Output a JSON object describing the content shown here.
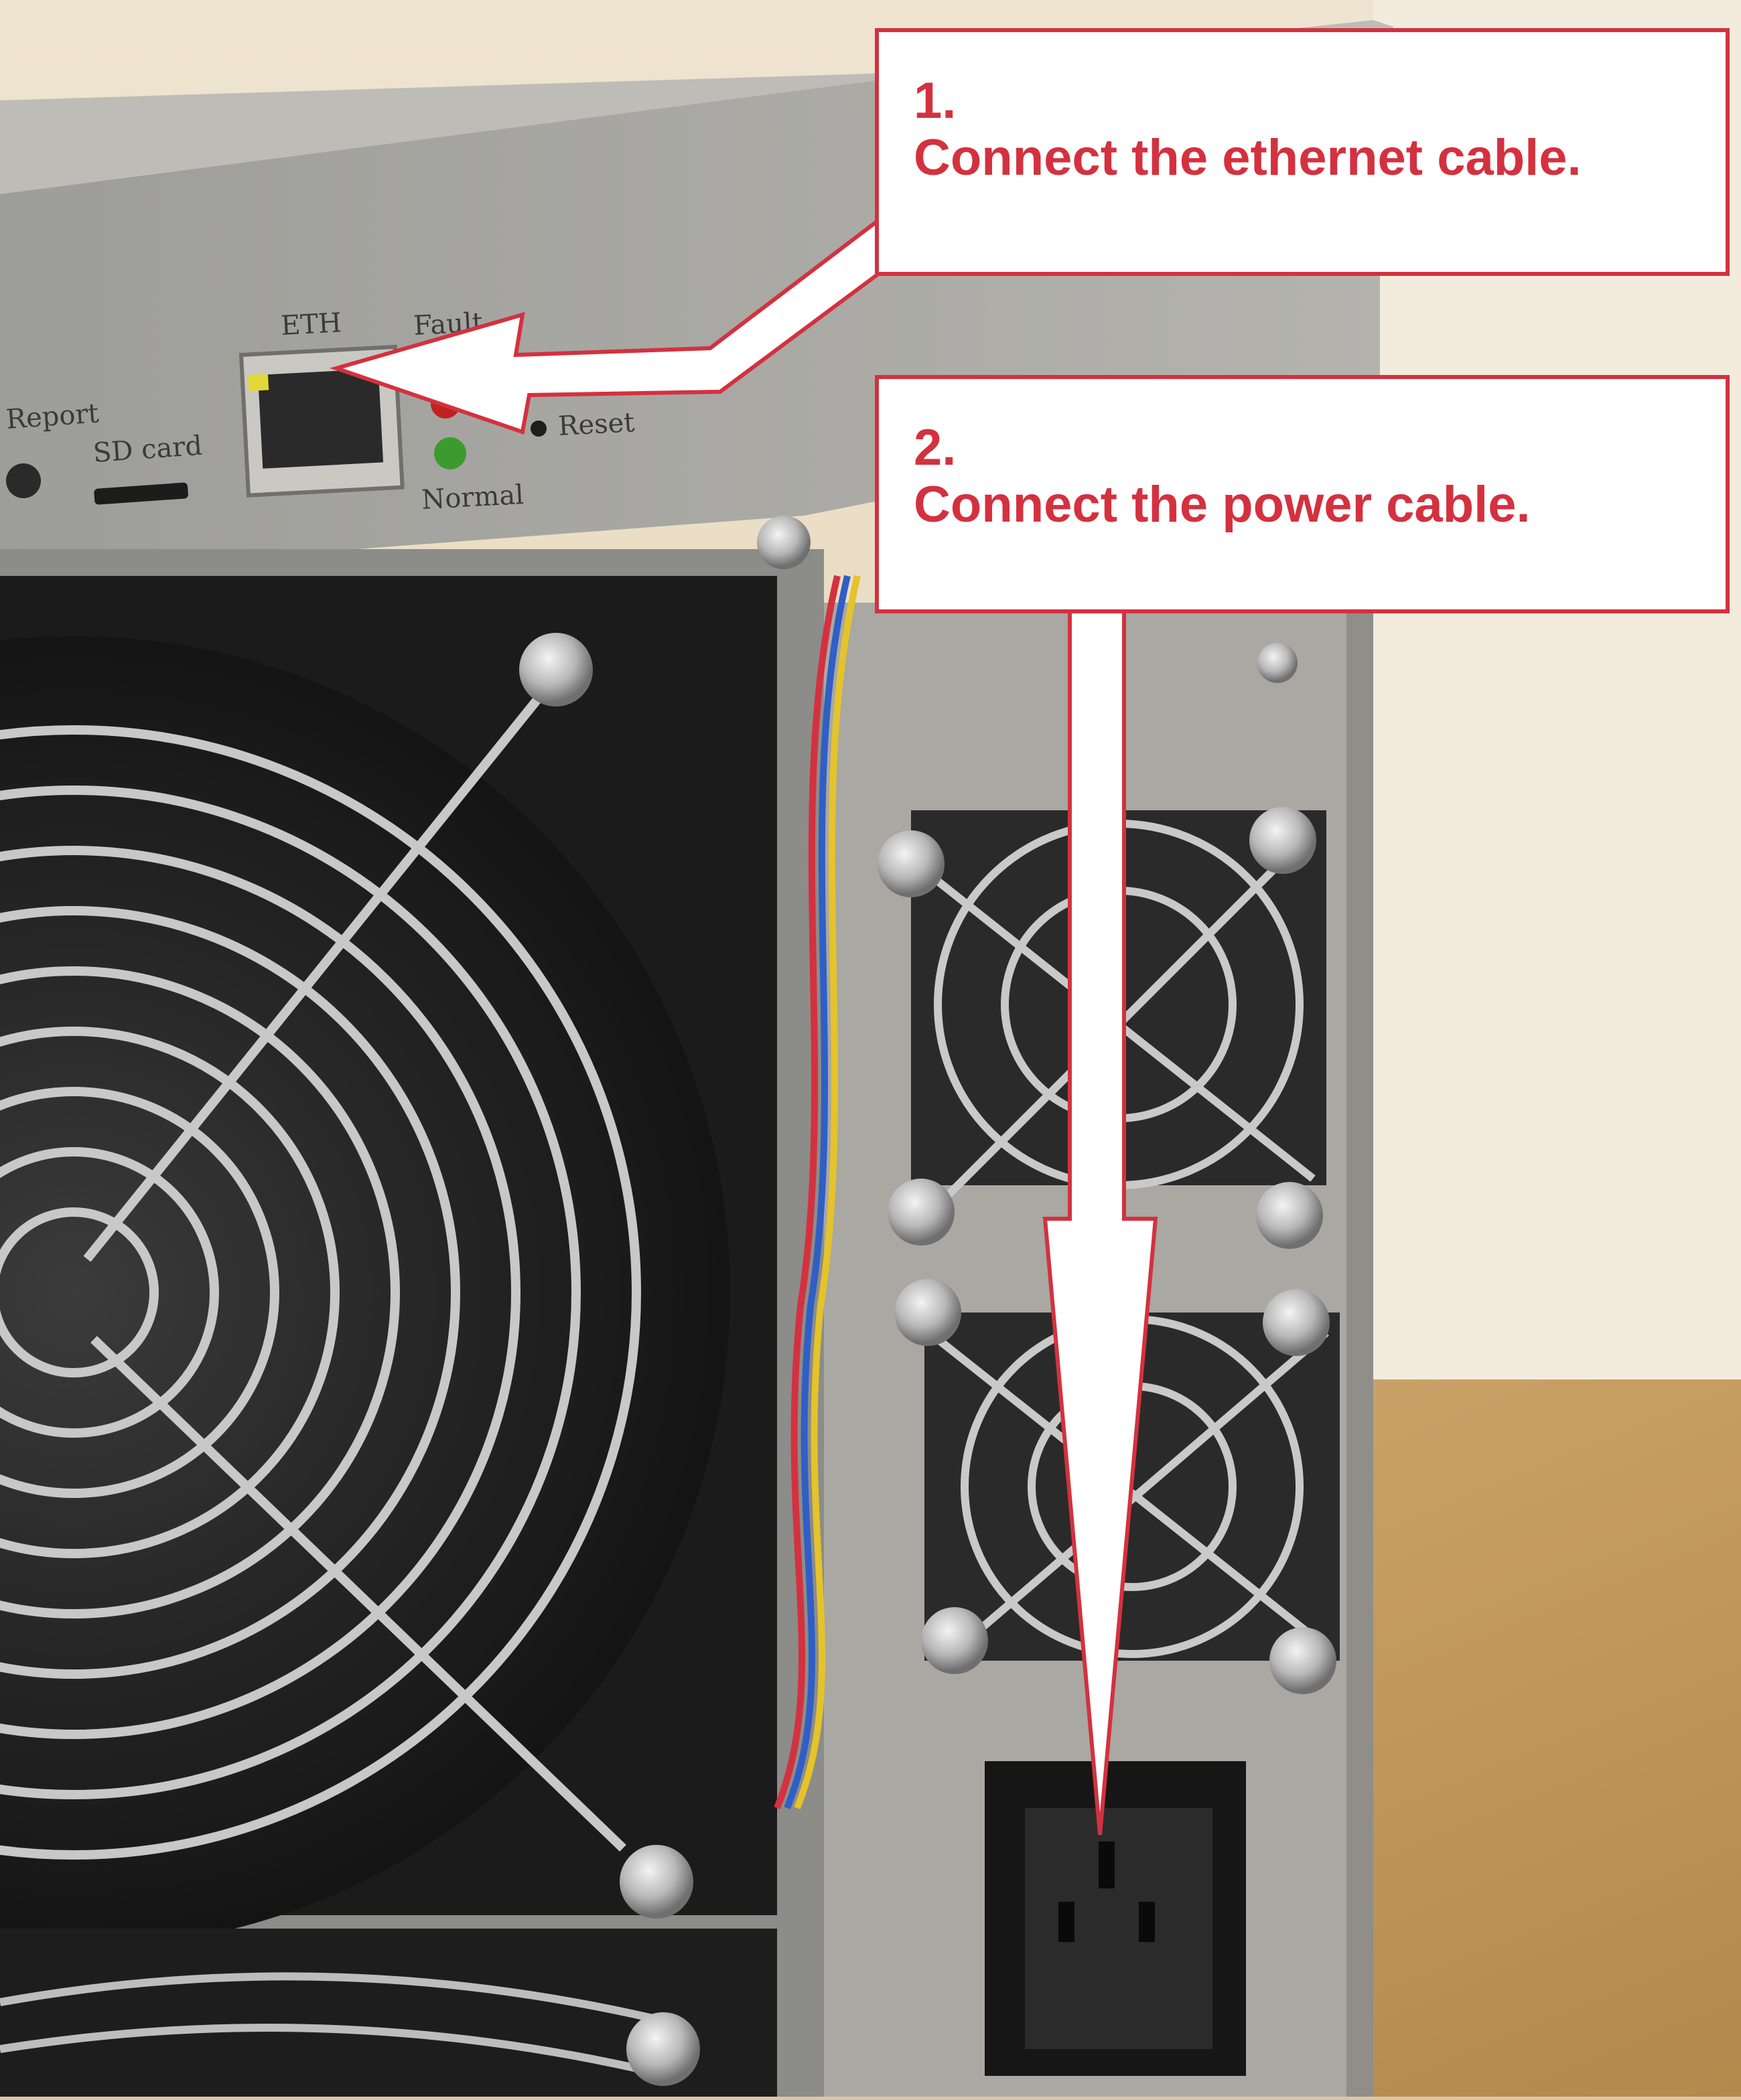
{
  "colors": {
    "annotation_red": "#d4313f",
    "annotation_fill": "#ffffff",
    "chassis_grey": "#a7a7a3",
    "wall": "#e8dcc6",
    "floor": "#c39a5e"
  },
  "panel_labels": {
    "report": "Report",
    "sd_card": "SD card",
    "eth": "ETH",
    "fault": "Fault",
    "reset": "Reset",
    "normal": "Normal"
  },
  "callouts": [
    {
      "step": "1.",
      "text": "Connect the ethernet cable."
    },
    {
      "step": "2.",
      "text": "Connect the power cable."
    }
  ]
}
